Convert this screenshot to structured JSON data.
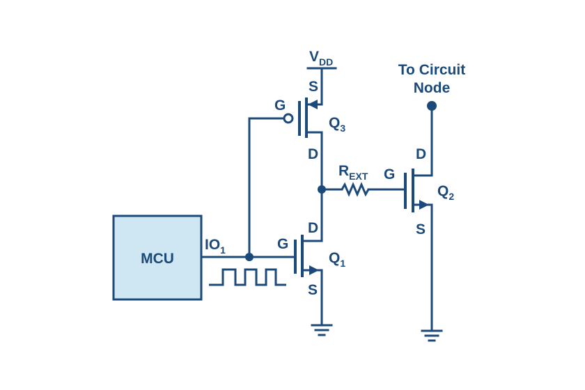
{
  "colors": {
    "wire": "#1b4a7a",
    "mcu_fill": "#cfe6f3",
    "background": "#ffffff"
  },
  "mcu": {
    "label": "MCU",
    "io_label": "IO",
    "io_sub": "1"
  },
  "supply": {
    "label": "V",
    "sub": "DD"
  },
  "node_label": {
    "line1": "To Circuit",
    "line2": "Node"
  },
  "q3": {
    "name": "Q",
    "sub": "3",
    "gate": "G",
    "source": "S",
    "drain": "D"
  },
  "q1": {
    "name": "Q",
    "sub": "1",
    "gate": "G",
    "source": "S",
    "drain": "D"
  },
  "q2": {
    "name": "Q",
    "sub": "2",
    "gate": "G",
    "source": "S",
    "drain": "D"
  },
  "resistor": {
    "label": "R",
    "sub": "EXT"
  }
}
